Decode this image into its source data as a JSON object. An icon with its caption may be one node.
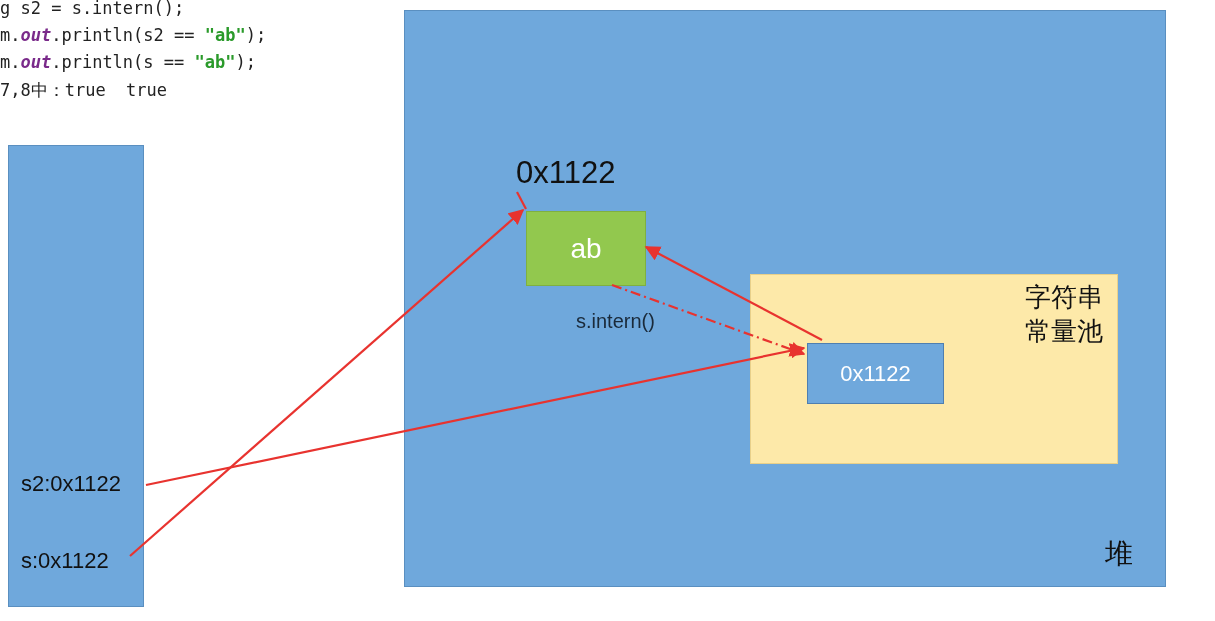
{
  "diagram": {
    "nodes": [
      {
        "text": [],
        "shape": "box"
      },
      {
        "text": [
          "s2:0x1122"
        ],
        "in": 0
      },
      {
        "text": [
          "s:0x1122"
        ],
        "in": 0
      },
      {
        "text": [
          "堆"
        ]
      },
      {
        "text": [
          "0x1122"
        ],
        "in": 3
      },
      {
        "text": [
          "ab"
        ],
        "in": 3
      },
      {
        "text": [
          "字符串常量池"
        ],
        "in": 3
      },
      {
        "text": [
          "0x1122"
        ],
        "in": 6
      }
    ],
    "edges": [
      {
        "from": 4,
        "to": 5,
        "arrow": "none"
      },
      {
        "from": 2,
        "to": 5,
        "arrow": "to"
      },
      {
        "from": 1,
        "to": 7,
        "arrow": "to"
      },
      {
        "from": 7,
        "to": 5,
        "arrow": "to"
      },
      {
        "from": 5,
        "to": 7,
        "arrow": "to",
        "style": "dashed",
        "label": "s.intern()"
      }
    ],
    "labels": [
      "g s2 = s.intern();",
      "m.*out*.println(s2 == **\"ab\"**);",
      "m.*out*.println(s == **\"ab\"**);",
      "7,8中：true  true"
    ]
  }
}
